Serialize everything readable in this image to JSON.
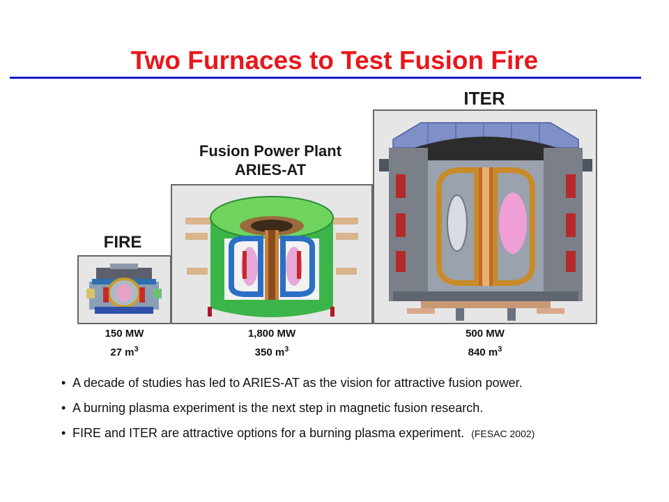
{
  "slide": {
    "title": "Two Furnaces to Test Fusion Fire",
    "colors": {
      "title": "#e8171b",
      "rule": "#1419c8",
      "panel": "#e6e6e6"
    }
  },
  "machines": [
    {
      "name": "FIRE",
      "power": "150 MW",
      "volume_value": "27 m",
      "volume_exp": "3"
    },
    {
      "name_line1": "Fusion Power Plant",
      "name_line2": "ARIES-AT",
      "power": "1,800 MW",
      "volume_value": "350 m",
      "volume_exp": "3"
    },
    {
      "name": "ITER",
      "power": "500 MW",
      "volume_value": "840 m",
      "volume_exp": "3"
    }
  ],
  "bullets": [
    {
      "marker": "•",
      "text": "A decade of studies has led to ARIES-AT as the vision for attractive fusion power."
    },
    {
      "marker": "•",
      "text": "A burning plasma experiment is the next step in magnetic fusion research."
    },
    {
      "marker": "•",
      "text": "FIRE and ITER are attractive options for a burning plasma experiment.",
      "citation": "(FESAC 2002)"
    }
  ]
}
